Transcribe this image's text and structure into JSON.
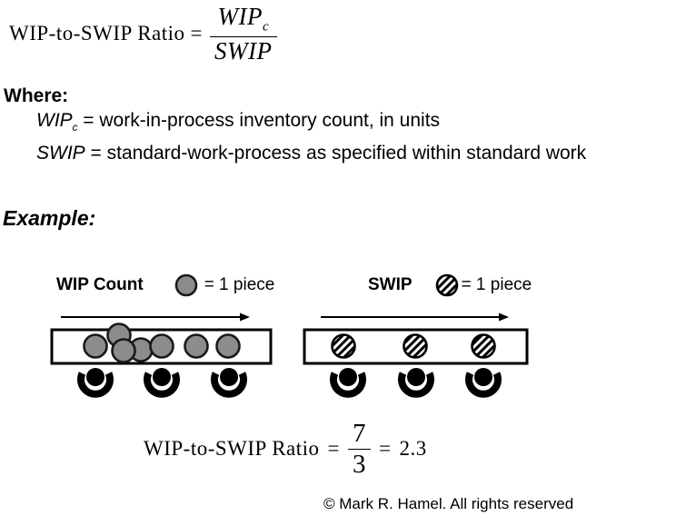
{
  "formula_top": {
    "lhs": "WIP-to-SWIP Ratio",
    "equals": "=",
    "numerator": "WIP",
    "numerator_sub": "c",
    "denominator": "SWIP"
  },
  "where": {
    "heading": "Where:",
    "definitions": [
      {
        "term": "WIP",
        "term_sub": "c",
        "rest": " = work-in-process inventory count, in units"
      },
      {
        "term": "SWIP",
        "term_sub": "",
        "rest": " = standard-work-process as specified within standard work"
      }
    ]
  },
  "example": {
    "heading": "Example:"
  },
  "diagrams": {
    "wip": {
      "title": "WIP Count",
      "legend_label": "= 1 piece",
      "piece_style": "gray-circle",
      "piece_count": 7,
      "station_count": 3
    },
    "swip": {
      "title": "SWIP",
      "legend_label": "= 1 piece",
      "piece_style": "hatched-circle",
      "piece_count": 3,
      "station_count": 3
    }
  },
  "formula_bottom": {
    "lhs": "WIP-to-SWIP Ratio",
    "equals": "=",
    "numerator": "7",
    "denominator": "3",
    "equals2": "=",
    "result": "2.3"
  },
  "footer": {
    "copyright": "© Mark R. Hamel. All rights reserved"
  },
  "colors": {
    "background": "#ffffff",
    "piece_gray": "#8c8c8c",
    "outline": "#000000"
  }
}
